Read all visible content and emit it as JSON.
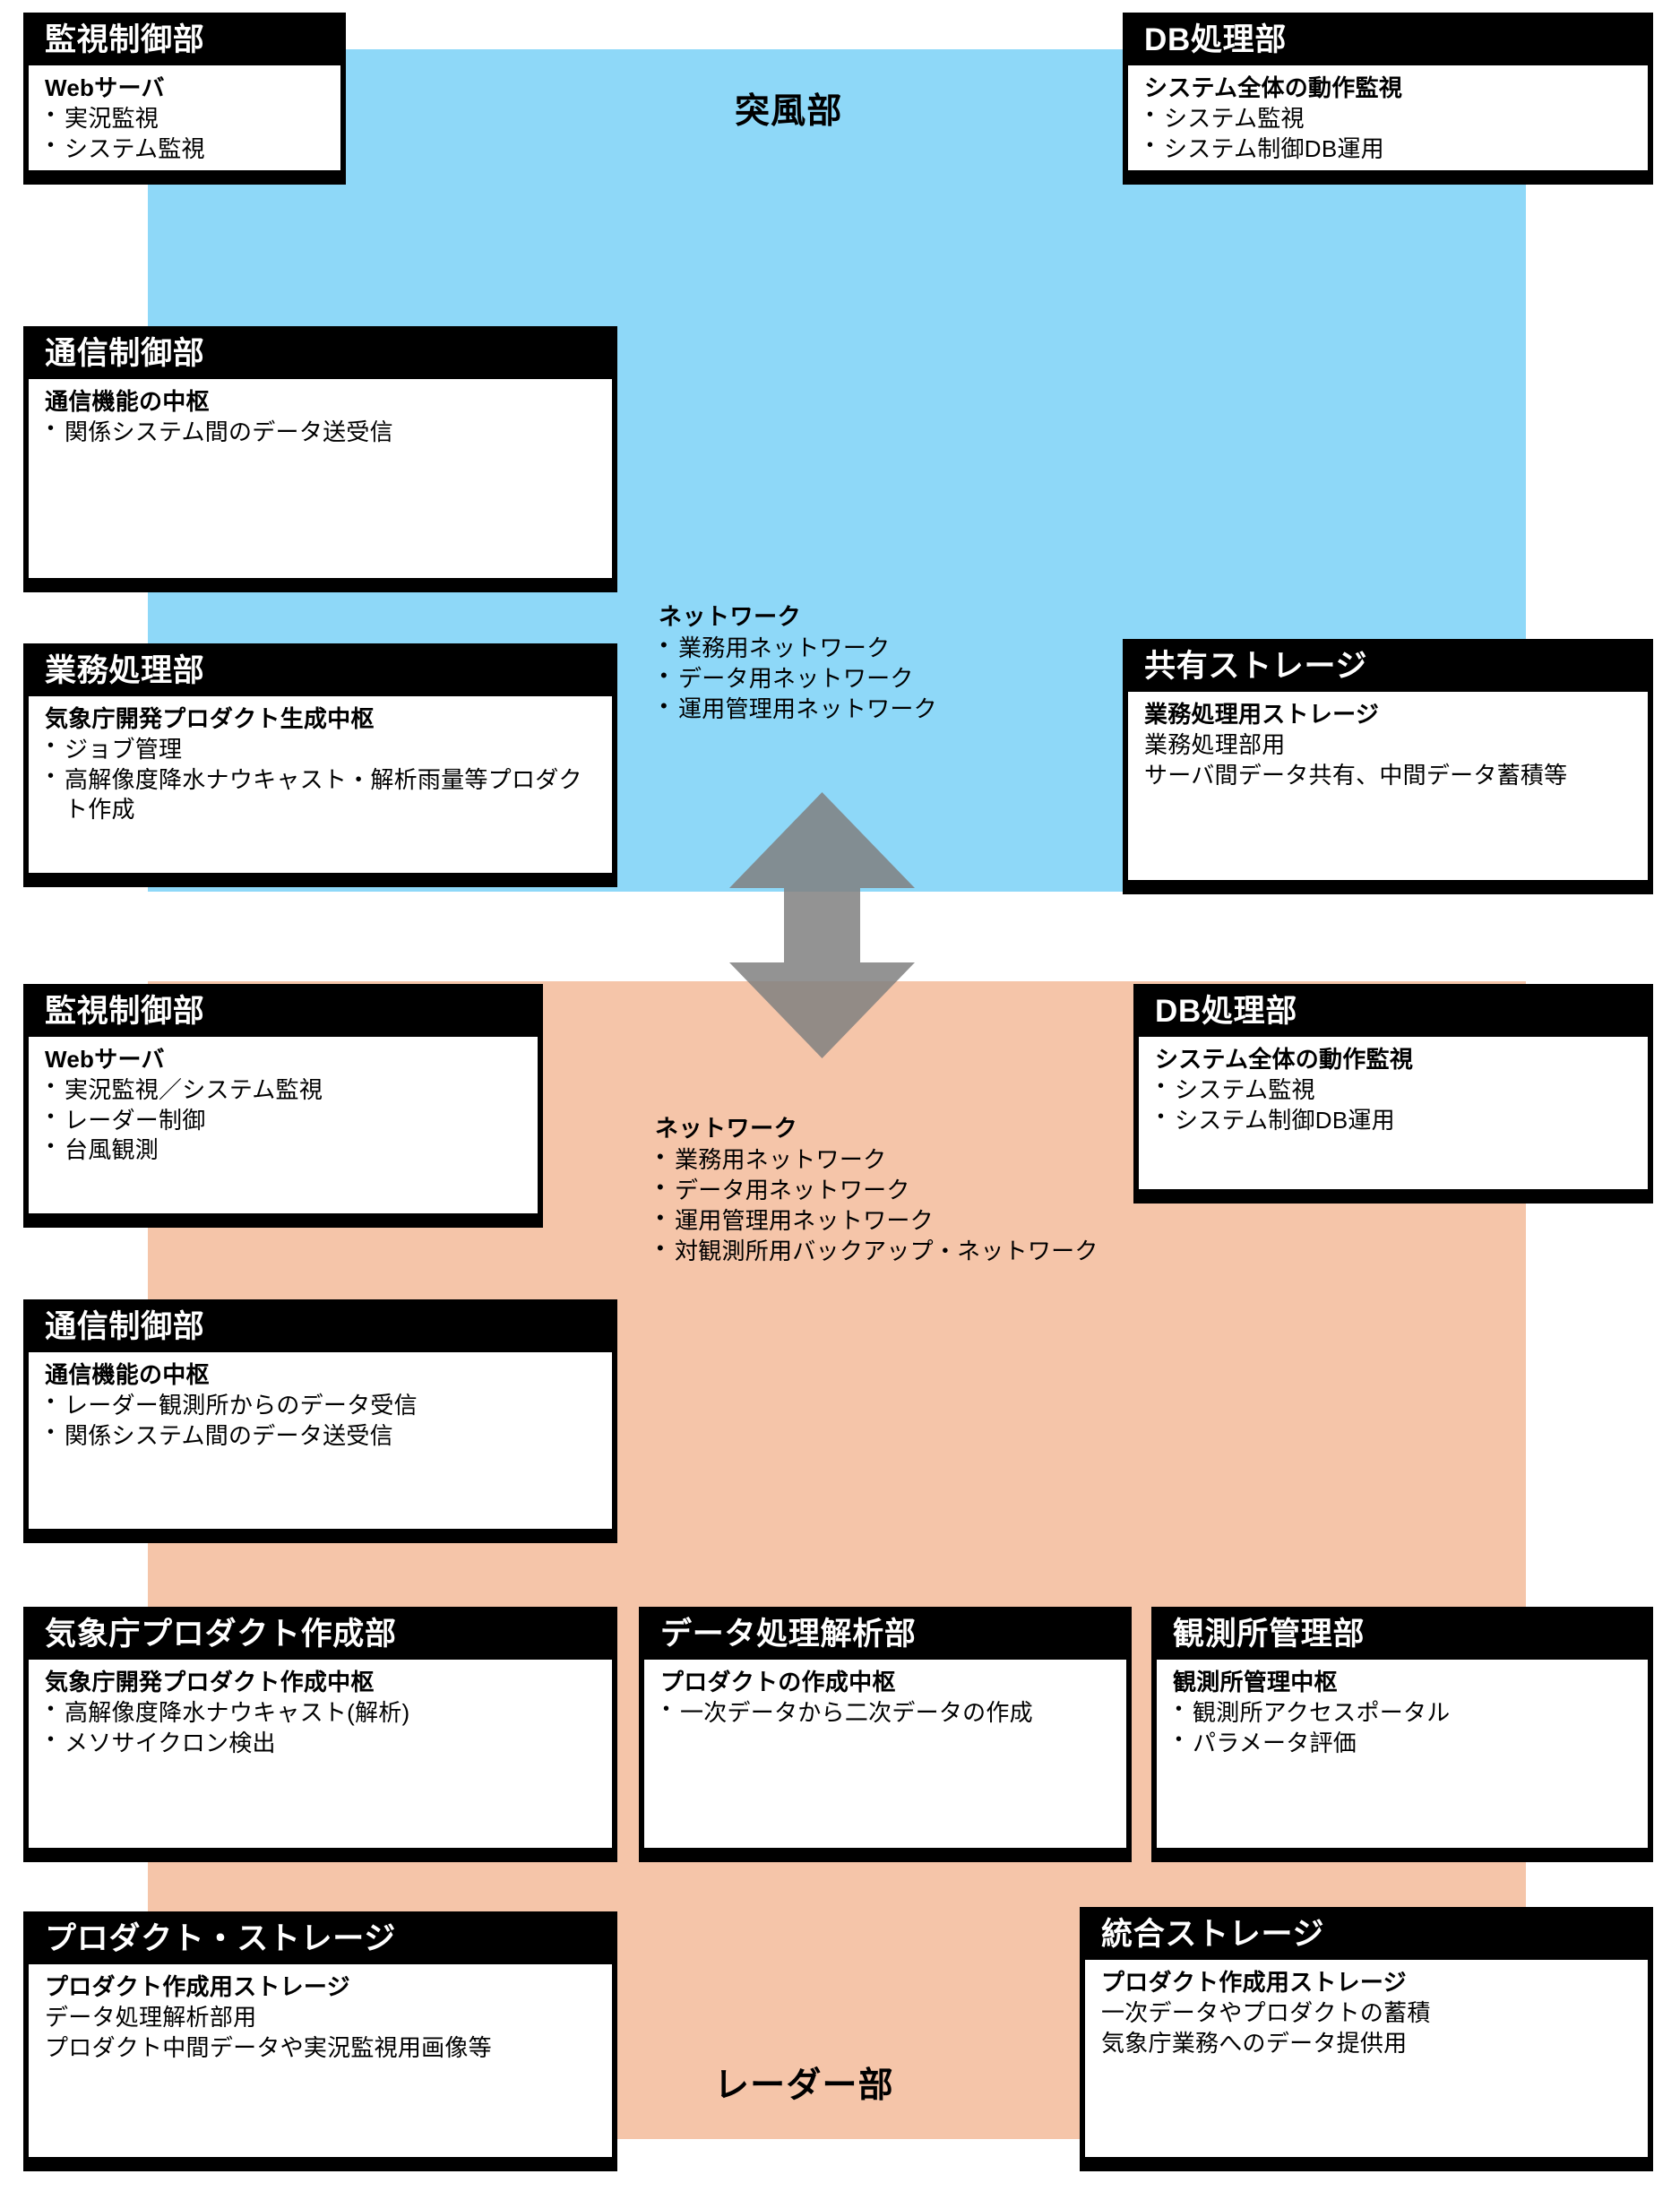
{
  "diagram": {
    "bands": {
      "gust": {
        "label": "突風部",
        "color": "#8ed8f8"
      },
      "radar": {
        "label": "レーダー部",
        "color": "#f5c5a9"
      }
    },
    "arrow": {
      "name": "vertical-double-arrow",
      "color": "#808080"
    },
    "networks": {
      "gust": {
        "title": "ネットワーク",
        "items": [
          "業務用ネットワーク",
          "データ用ネットワーク",
          "運用管理用ネットワーク"
        ]
      },
      "radar": {
        "title": "ネットワーク",
        "items": [
          "業務用ネットワーク",
          "データ用ネットワーク",
          "運用管理用ネットワーク",
          "対観測所用バックアップ・ネットワーク"
        ]
      }
    },
    "cards": {
      "kanshi_top": {
        "title": "監視制御部",
        "head": "Webサーバ",
        "items": [
          "実況監視",
          "システム監視"
        ]
      },
      "db_top": {
        "title": "DB処理部",
        "head": "システム全体の動作監視",
        "items": [
          "システム監視",
          "システム制御DB運用"
        ]
      },
      "tsushin_top": {
        "title": "通信制御部",
        "head": "通信機能の中枢",
        "items": [
          "関係システム間のデータ送受信"
        ]
      },
      "gyomu": {
        "title": "業務処理部",
        "head": "気象庁開発プロダクト生成中枢",
        "items": [
          "ジョブ管理",
          "高解像度降水ナウキャスト・解析雨量等プロダクト作成"
        ]
      },
      "kyoyu_storage": {
        "title": "共有ストレージ",
        "head": "業務処理用ストレージ",
        "lines": [
          "業務処理部用",
          "サーバ間データ共有、中間データ蓄積等"
        ]
      },
      "kanshi_bottom": {
        "title": "監視制御部",
        "head": "Webサーバ",
        "items": [
          "実況監視／システム監視",
          "レーダー制御",
          "台風観測"
        ]
      },
      "db_bottom": {
        "title": "DB処理部",
        "head": "システム全体の動作監視",
        "items": [
          "システム監視",
          "システム制御DB運用"
        ]
      },
      "tsushin_bottom": {
        "title": "通信制御部",
        "head": "通信機能の中枢",
        "items": [
          "レーダー観測所からのデータ受信",
          "関係システム間のデータ送受信"
        ]
      },
      "product_make": {
        "title": "気象庁プロダクト作成部",
        "head": "気象庁開発プロダクト作成中枢",
        "items": [
          "高解像度降水ナウキャスト(解析)",
          "メソサイクロン検出"
        ]
      },
      "data_kaiseki": {
        "title": "データ処理解析部",
        "head": "プロダクトの作成中枢",
        "items": [
          "一次データから二次データの作成"
        ]
      },
      "kansokujo": {
        "title": "観測所管理部",
        "head": "観測所管理中枢",
        "items": [
          "観測所アクセスポータル",
          "パラメータ評価"
        ]
      },
      "product_storage": {
        "title": "プロダクト・ストレージ",
        "head": "プロダクト作成用ストレージ",
        "lines": [
          "データ処理解析部用",
          "プロダクト中間データや実況監視用画像等"
        ]
      },
      "togo_storage": {
        "title": "統合ストレージ",
        "head": "プロダクト作成用ストレージ",
        "lines": [
          "一次データやプロダクトの蓄積",
          "気象庁業務へのデータ提供用"
        ]
      }
    }
  }
}
